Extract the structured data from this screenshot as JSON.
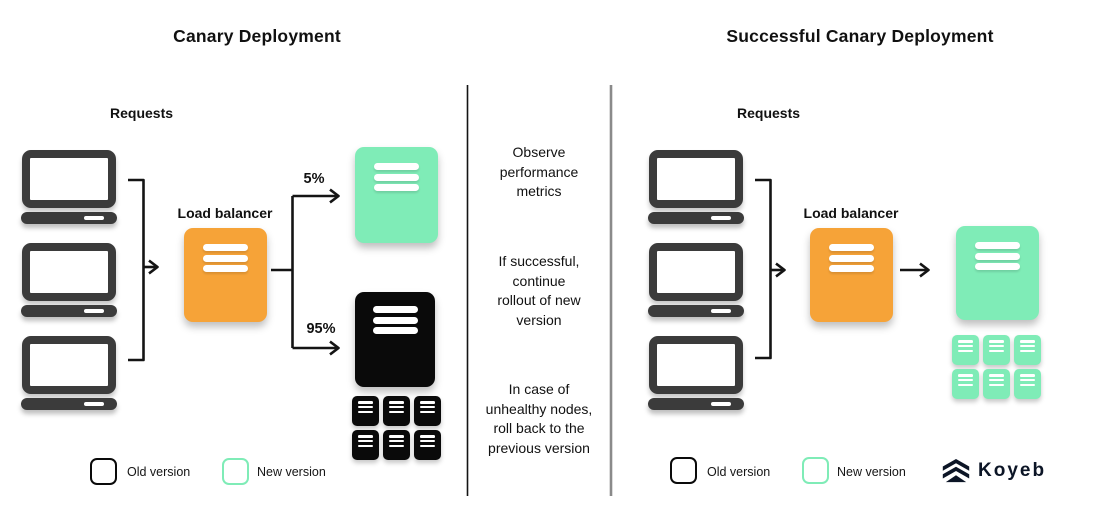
{
  "colors": {
    "page_white": "#ffffff",
    "old_version": "#0a0a0a",
    "new_version": "#7fecb7",
    "load_balancer_orange": "#f6a338",
    "client_dark": "#3b3b3b",
    "arrow_black": "#141414",
    "divider_gray": "#8a8a8a",
    "text_black": "#111111",
    "brand_dark": "#0c1526"
  },
  "left_diagram": {
    "title": "Canary Deployment",
    "requests_label": "Requests",
    "load_balancer_label": "Load balancer",
    "canary_percent": "5%",
    "stable_percent": "95%",
    "client_count": 3,
    "new_version_node_count": 1,
    "old_version_node_count": 1,
    "old_version_mini_node_count": 6
  },
  "middle_notes": {
    "note1": "Observe\nperformance\nmetrics",
    "note2": "If successful,\ncontinue\nrollout of new\nversion",
    "note3": "In case of\nunhealthy nodes,\nroll back to the\nprevious version"
  },
  "right_diagram": {
    "title": "Successful Canary Deployment",
    "requests_label": "Requests",
    "load_balancer_label": "Load balancer",
    "client_count": 3,
    "new_version_node_count": 1,
    "new_version_mini_node_count": 6
  },
  "legend_left": {
    "old_label": "Old version",
    "new_label": "New version"
  },
  "legend_right": {
    "old_label": "Old version",
    "new_label": "New version"
  },
  "brand": {
    "name": "Koyeb",
    "icon": "koyeb-chevrons-icon"
  }
}
